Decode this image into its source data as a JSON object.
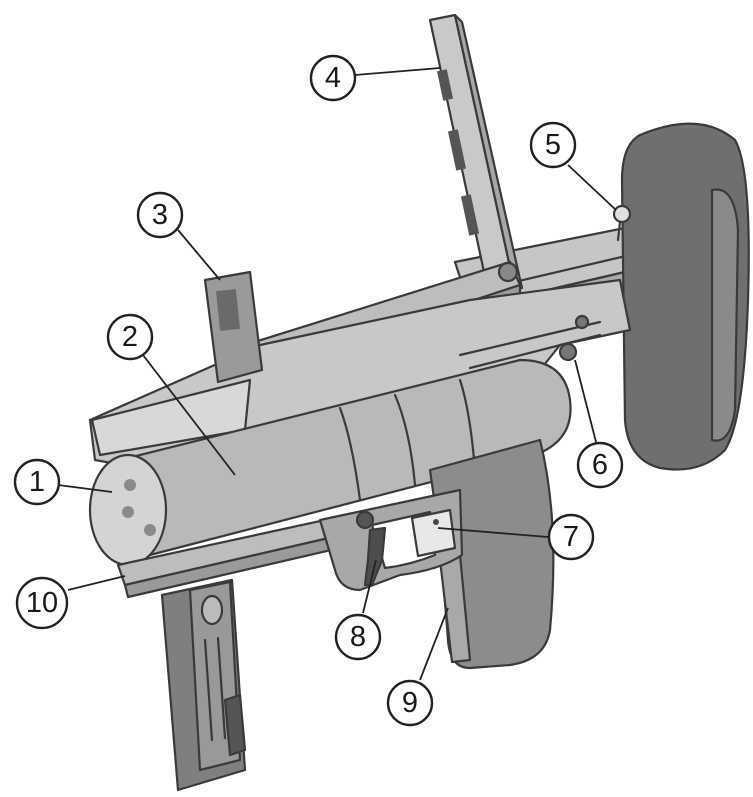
{
  "colors": {
    "body_light": "#d2d2d2",
    "body_mid": "#b8b8b8",
    "body_dark": "#8f8f8f",
    "stock_pad": "#6f6f6f",
    "outline": "#3a3a3a",
    "background": "#ffffff"
  },
  "callouts": [
    {
      "id": "1",
      "label": "1"
    },
    {
      "id": "2",
      "label": "2"
    },
    {
      "id": "3",
      "label": "3"
    },
    {
      "id": "4",
      "label": "4"
    },
    {
      "id": "5",
      "label": "5"
    },
    {
      "id": "6",
      "label": "6"
    },
    {
      "id": "7",
      "label": "7"
    },
    {
      "id": "8",
      "label": "8"
    },
    {
      "id": "9",
      "label": "9"
    },
    {
      "id": "10",
      "label": "10"
    }
  ]
}
